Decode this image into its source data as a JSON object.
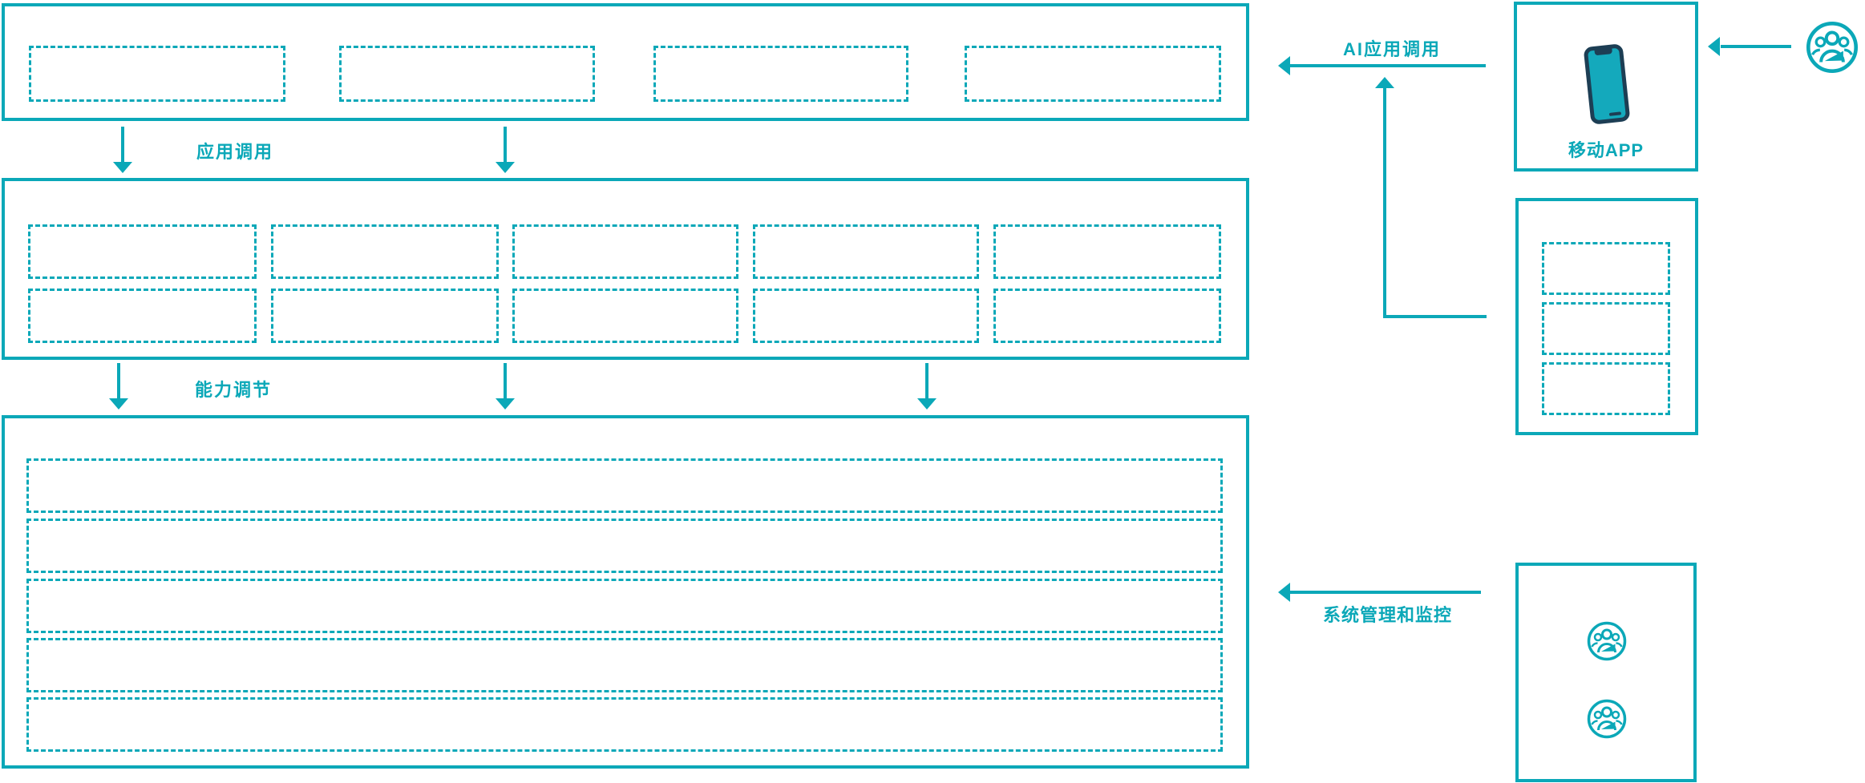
{
  "colors": {
    "accent": "#0ba8b8",
    "phone_body": "#1d3e54",
    "phone_screen": "#14a9bc",
    "background": "#ffffff"
  },
  "flow_labels": {
    "app_call": "应用调用",
    "capability_adjust": "能力调节",
    "ai_app_call": "AI应用调用",
    "system_management": "系统管理和监控"
  },
  "nodes": {
    "mobile_app": {
      "label": "移动APP",
      "icon": "mobile-phone-icon"
    },
    "external_user": {
      "icon": "users-icon"
    },
    "admin_box": {
      "icon": "users-icon",
      "icon_count": 2
    }
  },
  "placeholders": {
    "top_box_count": 4,
    "middle_box_rows": 2,
    "middle_box_cols": 5,
    "bottom_box_rows": 5,
    "right_box_count": 3
  }
}
